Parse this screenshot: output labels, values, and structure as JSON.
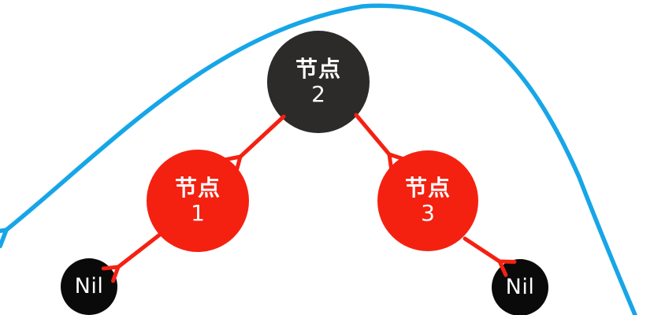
{
  "diagram": {
    "background": "#ffffff",
    "colors": {
      "black_node": "#2d2a2a",
      "red_node": "#f42111",
      "nil_node": "#0a0a0a",
      "node_text": "#ffffff",
      "edge_arrow_red": "#f42111",
      "sweep_arrow_blue": "#16a6e8"
    },
    "nodes": [
      {
        "id": "root",
        "label": "节点",
        "value": "2",
        "color_role": "black"
      },
      {
        "id": "left",
        "label": "节点",
        "value": "1",
        "color_role": "red"
      },
      {
        "id": "right",
        "label": "节点",
        "value": "3",
        "color_role": "red"
      },
      {
        "id": "nil-left",
        "label": "Nil",
        "color_role": "nil"
      },
      {
        "id": "nil-right",
        "label": "Nil",
        "color_role": "nil"
      }
    ],
    "edges": [
      {
        "from": "root",
        "to": "left"
      },
      {
        "from": "root",
        "to": "right"
      },
      {
        "from": "left",
        "to": "nil-left"
      },
      {
        "from": "right",
        "to": "nil-right"
      }
    ],
    "sweep_arrow": {
      "color": "#16a6e8",
      "arrowhead_end": "bottom-left"
    }
  }
}
